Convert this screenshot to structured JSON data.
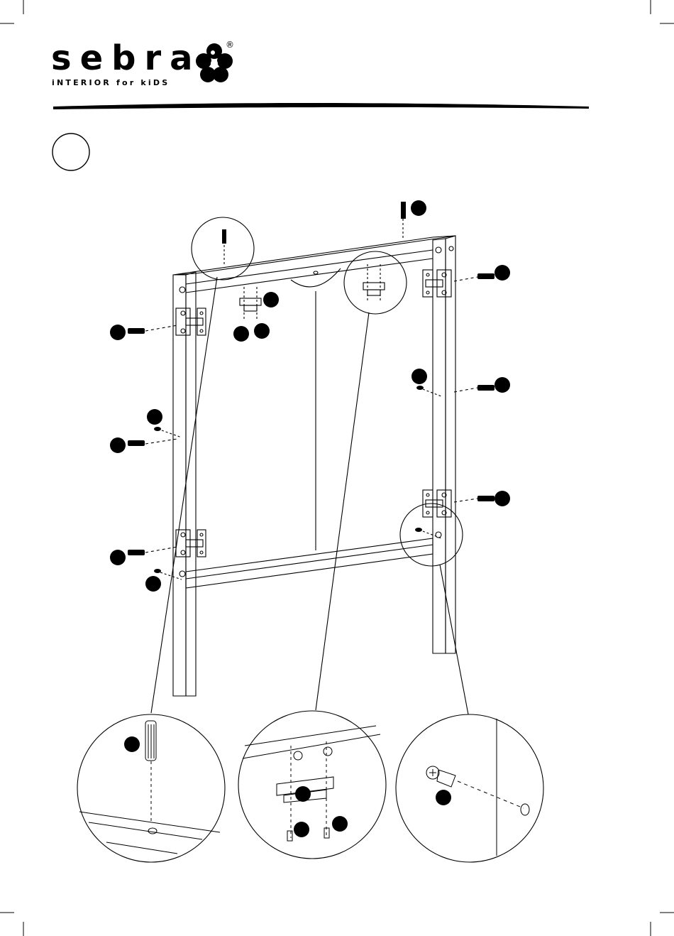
{
  "brand": {
    "wordmark": "sebra",
    "tagline": "iNTERIOR for kiDS",
    "registered": "®"
  },
  "colors": {
    "ink": "#000000",
    "paper": "#ffffff"
  },
  "icons": [
    "sebra-flower-logo",
    "step-number-circle",
    "dowel-icon",
    "screw-icon",
    "bracket-icon",
    "hinge-icon",
    "cam-bolt-icon"
  ]
}
